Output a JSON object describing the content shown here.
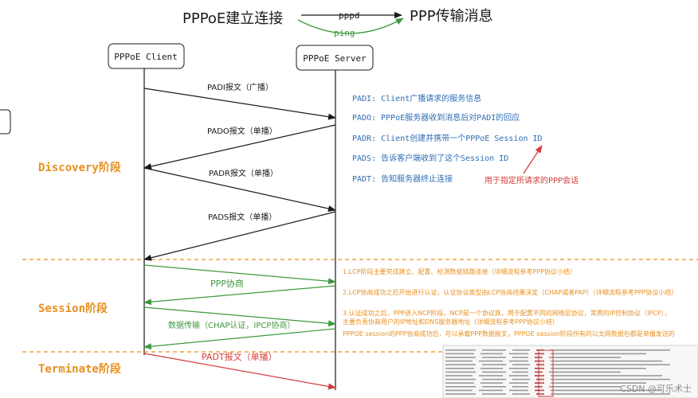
{
  "header": {
    "left_title": "PPPoE建立连接",
    "right_title": "PPP传输消息",
    "arrow_pppd": "pppd",
    "arrow_ping": "ping"
  },
  "actors": {
    "client": "PPPoE Client",
    "server": "PPPoE Server"
  },
  "phases": {
    "discovery": "Discovery阶段",
    "session": "Session阶段",
    "terminate": "Terminate阶段"
  },
  "messages": {
    "padi": "PADI报文（广播）",
    "pado": "PADO报文（单播）",
    "padr": "PADR报文（单播）",
    "pads": "PADS报文（单播）",
    "ppp_negotiation": "PPP协商",
    "data_transfer": "数据传输（CHAP认证，IPCP协商）",
    "padt": "PADT报文（单播）"
  },
  "discovery_notes": [
    "PADI: Client广播请求的服务信息",
    "PADO: PPPoE服务器收到消息后对PADI的回应",
    "PADR: Client创建并携带一个PPPoE Session ID",
    "PADS: 告诉客户端收到了这个Session ID",
    "PADT: 告知服务器终止连接"
  ],
  "padt_annotation": "用于指定所请求的PPP会话",
  "session_notes": {
    "note1": "1.LCP阶段主要完成建立、配置、检测数据链路连接（详细流程参考PPP协议小结）",
    "note2": "2.LCP协商成功之后开始进行认证，认证协议类型由LCP协商结果决定（CHAP或者PAP）（详细流程参考PPP协议小结）",
    "note3_line1": "3.认证成功之后，PPP进入NCP阶段，NCP是一个协议族，用于配置不同的网络层协议，常用的IP控制协议（IPCP），",
    "note3_line2": "主要负责协商用户的IP地址和DNS服务器地址（详细流程参考PPP协议小结）",
    "note4": "PPPOE session的PPP协商成功后，可以承载PPP数据报文，PPPOE session阶段所有的以太网数据包都是单播发送的"
  },
  "watermark": "CSDN @可乐术士",
  "colors": {
    "orange": "#e8901e",
    "blue": "#2e6db5",
    "green": "#3f9a3f",
    "red": "#d63b3b",
    "black": "#1a1a1a"
  }
}
